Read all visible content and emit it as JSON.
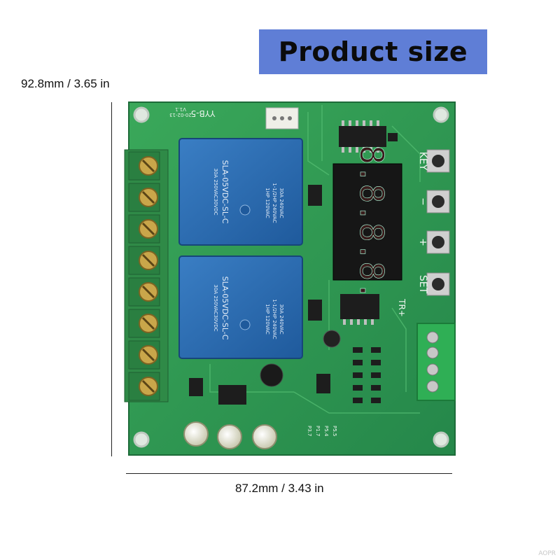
{
  "banner": {
    "title": "Product size",
    "color": "#5f7ed6"
  },
  "dimensions": {
    "height": "92.8mm  / 3.65 in",
    "width": "87.2mm  / 3.43 in"
  },
  "board": {
    "model": "YYB-5",
    "version": "V1.1",
    "date": "20-02-13",
    "relay_1": {
      "model": "SLA-05VDC-SL-C",
      "lines": [
        "30A 250VAC30VDC",
        "1HP 120VAC",
        "1-1/2HP 240VAC",
        "30A 240VAC"
      ]
    },
    "relay_2": {
      "model": "SLA-05VDC-SL-C",
      "lines": [
        "30A 250VAC30VDC",
        "1HP 120VAC",
        "1-1/2HP 240VAC",
        "30A 240VAC"
      ]
    },
    "display_digits": "8.8.8.8.",
    "button_labels": [
      "KEY",
      "−",
      "+",
      "SET"
    ],
    "port_label": "TR+",
    "pin_labels": [
      "P3.7",
      "P1.7",
      "P5.4",
      "P5.5"
    ],
    "pcb_color": "#2e9b4e",
    "relay_color": "#2f6fb5"
  },
  "watermark": "AOPR"
}
